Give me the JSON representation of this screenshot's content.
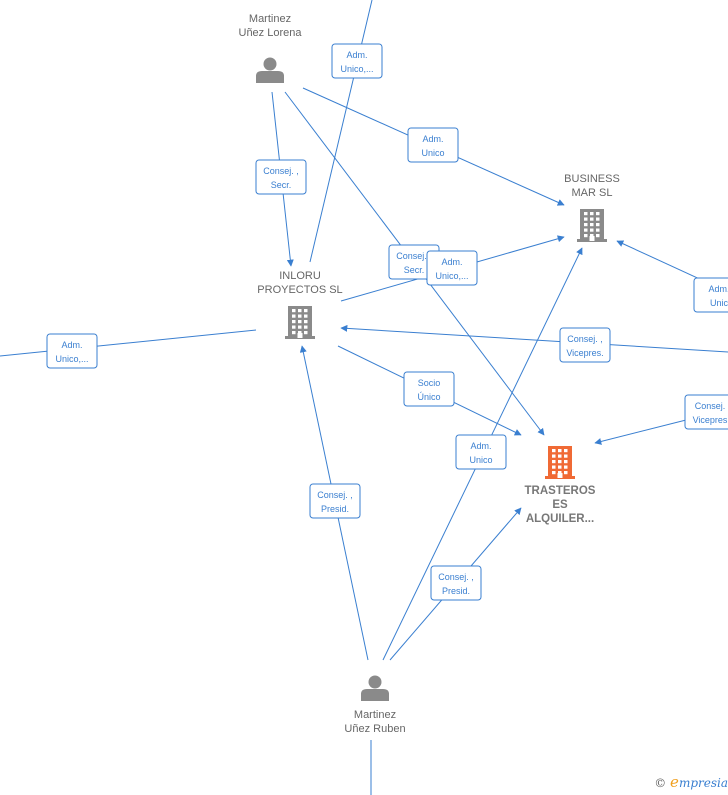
{
  "colors": {
    "edge": "#3a7fd0",
    "person": "#8a8a8a",
    "company": "#8a8a8a",
    "company_focus": "#f06a35",
    "label": "#666666"
  },
  "nodes": [
    {
      "id": "lorena",
      "type": "person",
      "lines": [
        "Martinez",
        "Uñez Lorena"
      ]
    },
    {
      "id": "ruben",
      "type": "person",
      "lines": [
        "Martinez",
        "Uñez Ruben"
      ]
    },
    {
      "id": "inloru",
      "type": "company",
      "lines": [
        "INLORU",
        "PROYECTOS SL"
      ]
    },
    {
      "id": "business",
      "type": "company",
      "lines": [
        "BUSINESS",
        "MAR SL"
      ]
    },
    {
      "id": "trasteros",
      "type": "company_focus",
      "lines": [
        "TRASTEROS",
        "ES",
        "ALQUILER..."
      ]
    }
  ],
  "edges": [
    {
      "id": "e-top",
      "lines": [
        "Adm.",
        "Unico,..."
      ]
    },
    {
      "id": "e-lorena-business",
      "lines": [
        "Adm.",
        "Unico"
      ]
    },
    {
      "id": "e-lorena-inloru",
      "lines": [
        "Consej. ,",
        "Secr."
      ]
    },
    {
      "id": "e-lorena-trasteros",
      "lines": [
        "Consej. ,",
        "Secr."
      ]
    },
    {
      "id": "e-inloru-business",
      "lines": [
        "Adm.",
        "Unico,..."
      ]
    },
    {
      "id": "e-left-inloru",
      "lines": [
        "Adm.",
        "Unico,..."
      ]
    },
    {
      "id": "e-right-inloru",
      "lines": [
        "Consej. ,",
        "Vicepres."
      ]
    },
    {
      "id": "e-inloru-trasteros",
      "lines": [
        "Socio",
        "Único"
      ]
    },
    {
      "id": "e-ruben-business",
      "lines": [
        "Adm.",
        "Unico"
      ]
    },
    {
      "id": "e-ruben-inloru",
      "lines": [
        "Consej. ,",
        "Presid."
      ]
    },
    {
      "id": "e-ruben-trasteros",
      "lines": [
        "Consej. ,",
        "Presid."
      ]
    },
    {
      "id": "e-right-business",
      "lines": [
        "Adm.",
        "Unic"
      ]
    },
    {
      "id": "e-right-trasteros",
      "lines": [
        "Consej.",
        "Vicepres"
      ]
    }
  ],
  "brand": {
    "copyright": "©",
    "e": "e",
    "rest": "mpresia"
  }
}
